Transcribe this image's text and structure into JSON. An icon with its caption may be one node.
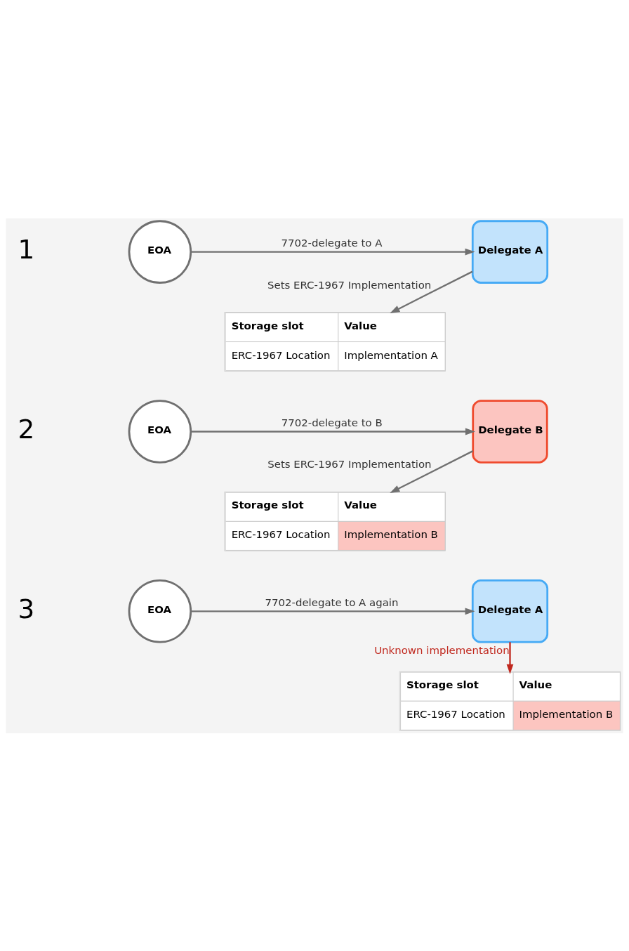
{
  "diagram": {
    "nodes": [
      {
        "text": [
          "EOA"
        ]
      },
      {
        "text": [
          "Delegate A"
        ]
      },
      {
        "text": [
          "Storage slot",
          "Value",
          "ERC-1967 Location",
          "Implementation A"
        ]
      },
      {
        "text": [
          "EOA"
        ]
      },
      {
        "text": [
          "Delegate B"
        ]
      },
      {
        "text": [
          "Storage slot",
          "Value",
          "ERC-1967 Location",
          "Implementation B"
        ]
      },
      {
        "text": [
          "EOA"
        ]
      },
      {
        "text": [
          "Delegate A"
        ]
      },
      {
        "text": [
          "Storage slot",
          "Value",
          "ERC-1967 Location",
          "Implementation B"
        ]
      }
    ],
    "edges": [
      {
        "from": 0,
        "to": 1,
        "arrow": "to",
        "label": "7702-delegate to A"
      },
      {
        "from": 1,
        "to": 2,
        "arrow": "to",
        "label": "Sets ERC-1967 Implementation"
      },
      {
        "from": 3,
        "to": 4,
        "arrow": "to",
        "label": "7702-delegate to B"
      },
      {
        "from": 4,
        "to": 5,
        "arrow": "to",
        "label": "Sets ERC-1967 Implementation"
      },
      {
        "from": 6,
        "to": 7,
        "arrow": "to",
        "label": "7702-delegate to A again"
      },
      {
        "from": 7,
        "to": 8,
        "arrow": "to",
        "label": "Unknown implementation",
        "color": "#c0281e"
      }
    ],
    "labels": [
      "1",
      "2",
      "3"
    ]
  }
}
